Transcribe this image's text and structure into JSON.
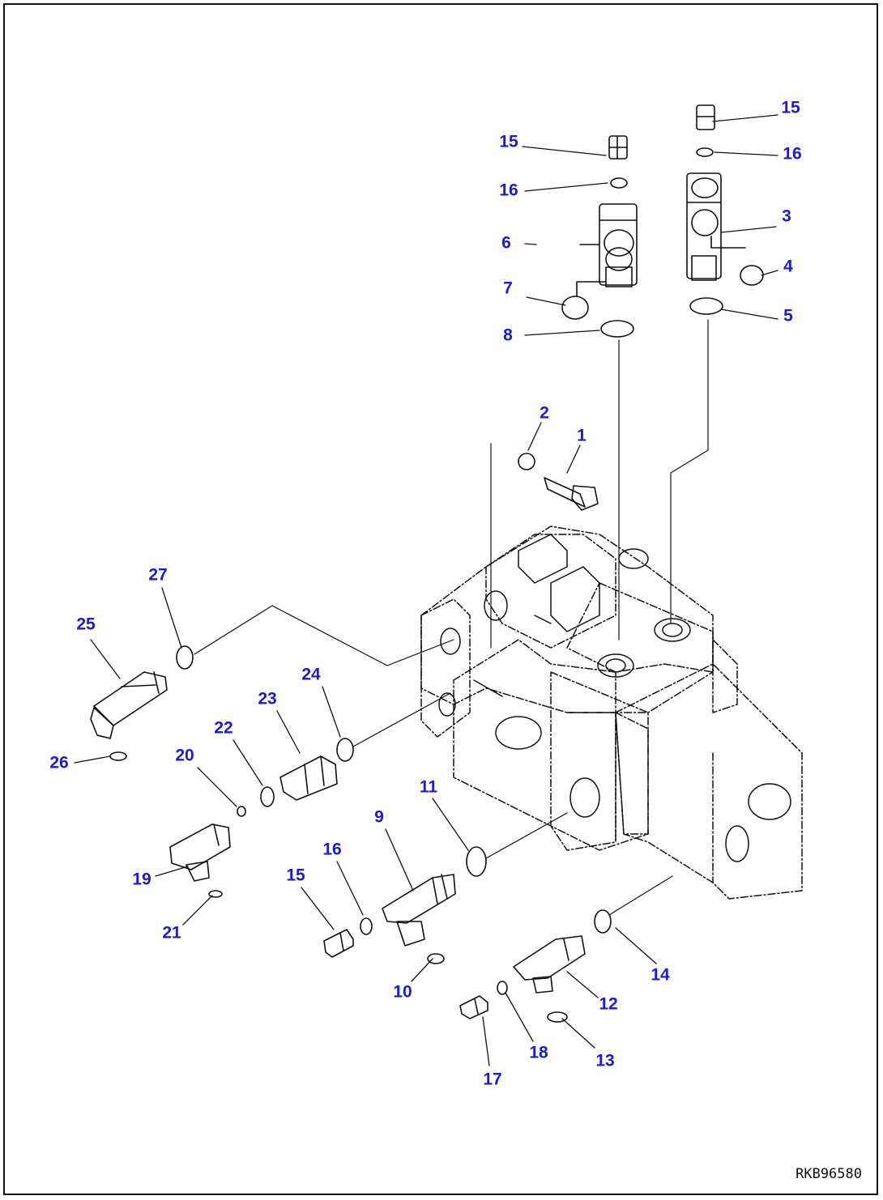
{
  "callouts": [
    "15",
    "16",
    "6",
    "7",
    "8",
    "15",
    "16",
    "3",
    "4",
    "5",
    "2",
    "1",
    "27",
    "25",
    "24",
    "23",
    "22",
    "26",
    "20",
    "11",
    "9",
    "16",
    "15",
    "19",
    "21",
    "10",
    "14",
    "12",
    "18",
    "13",
    "17"
  ],
  "drawing_code": "RKB96580"
}
